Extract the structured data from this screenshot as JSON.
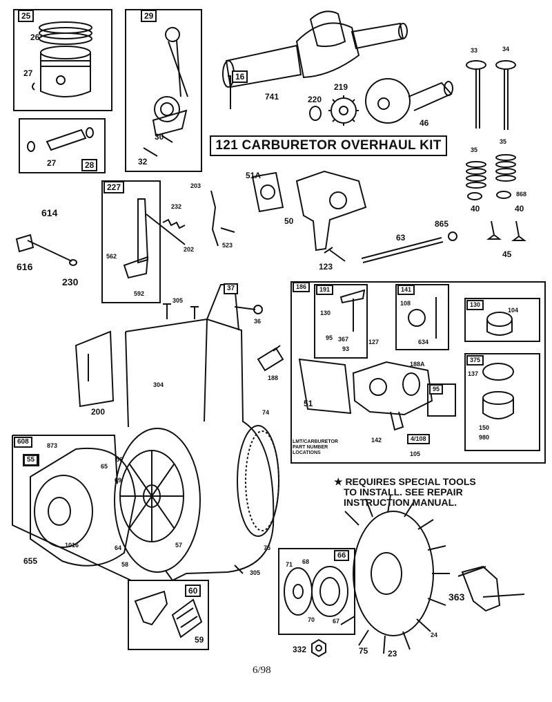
{
  "kit_title": "121 CARBURETOR OVERHAUL KIT",
  "note": {
    "line1": "★ REQUIRES SPECIAL TOOLS",
    "line2": "TO INSTALL.  SEE REPAIR",
    "line3": "INSTRUCTION MANUAL."
  },
  "location_note": {
    "line1": "LMT/CARBURETOR",
    "line2": "PART NUMBER",
    "line3": "LOCATIONS"
  },
  "footer": "6/98",
  "box_numbers": {
    "b25": "25",
    "b29": "29",
    "b28": "28",
    "b16": "16",
    "b227": "227",
    "b186": "186",
    "b191": "191",
    "b141": "141",
    "b130": "130",
    "b375": "375",
    "b95": "95",
    "b4108": "4/108",
    "b608": "608",
    "b55": "55",
    "b66": "66",
    "b60": "60",
    "b37": "37"
  },
  "labels": {
    "p26": "26",
    "p27a": "27",
    "p27b": "27",
    "p30": "30",
    "p32": "32",
    "p741": "741",
    "p220": "220",
    "p219": "219",
    "p46": "46",
    "p33": "33",
    "p34": "34",
    "p35a": "35",
    "p35b": "35",
    "p40a": "40",
    "p40b": "40",
    "p868": "868",
    "p45": "45",
    "p51a": "51A",
    "p50": "50",
    "p63": "63",
    "p865": "865",
    "p123": "123",
    "p203": "203",
    "p232": "232",
    "p202": "202",
    "p523": "523",
    "p562": "562",
    "p592": "592",
    "p614": "614",
    "p616": "616",
    "p230": "230",
    "p305a": "305",
    "p305b": "305",
    "p304": "304",
    "p200": "200",
    "p188": "188",
    "p36": "36",
    "p74": "74",
    "p75a": "75",
    "p75b": "75",
    "p130in": "130",
    "p95": "95",
    "p367": "367",
    "p93": "93",
    "p108": "108",
    "p634": "634",
    "p127": "127",
    "p104": "104",
    "p137": "137",
    "p51": "51",
    "p188a": "188A",
    "p142": "142",
    "p105": "105",
    "p150": "150",
    "p980": "980",
    "p873": "873",
    "p65": "65",
    "p56": "56",
    "p69": "69",
    "p1016": "1016",
    "p64": "64",
    "p57": "57",
    "p58": "58",
    "p655": "655",
    "p59": "59",
    "p71": "71",
    "p68": "68",
    "p70": "70",
    "p67": "67",
    "p332": "332",
    "p23": "23",
    "p24": "24",
    "p363": "363"
  }
}
